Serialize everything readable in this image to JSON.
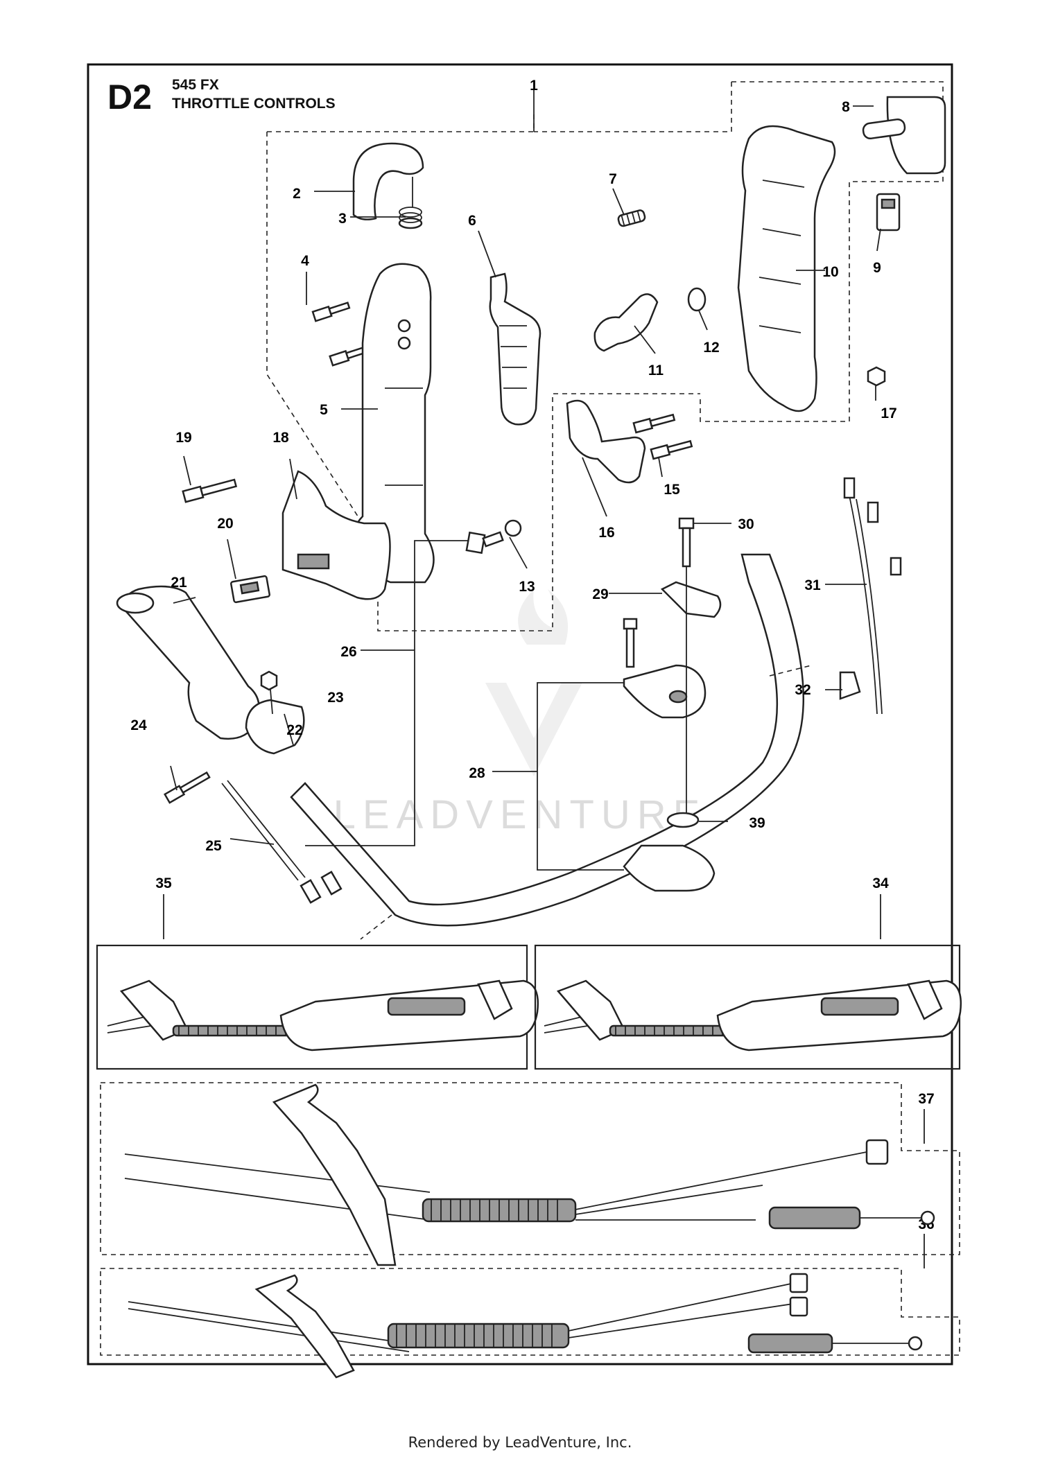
{
  "sheet": {
    "code": "D2",
    "model": "545 FX",
    "section_title": "THROTTLE CONTROLS"
  },
  "watermark": "LEADVENTURE",
  "footer": "Rendered by LeadVenture, Inc.",
  "callouts": [
    {
      "id": "1",
      "label": "1"
    },
    {
      "id": "2",
      "label": "2"
    },
    {
      "id": "3",
      "label": "3"
    },
    {
      "id": "4",
      "label": "4"
    },
    {
      "id": "5",
      "label": "5"
    },
    {
      "id": "6",
      "label": "6"
    },
    {
      "id": "7",
      "label": "7"
    },
    {
      "id": "8",
      "label": "8"
    },
    {
      "id": "9",
      "label": "9"
    },
    {
      "id": "10",
      "label": "10"
    },
    {
      "id": "11",
      "label": "11"
    },
    {
      "id": "12",
      "label": "12"
    },
    {
      "id": "13",
      "label": "13"
    },
    {
      "id": "15",
      "label": "15"
    },
    {
      "id": "16",
      "label": "16"
    },
    {
      "id": "17",
      "label": "17"
    },
    {
      "id": "18",
      "label": "18"
    },
    {
      "id": "19",
      "label": "19"
    },
    {
      "id": "20",
      "label": "20"
    },
    {
      "id": "21",
      "label": "21"
    },
    {
      "id": "22",
      "label": "22"
    },
    {
      "id": "23",
      "label": "23"
    },
    {
      "id": "24",
      "label": "24"
    },
    {
      "id": "25",
      "label": "25"
    },
    {
      "id": "26",
      "label": "26"
    },
    {
      "id": "28",
      "label": "28"
    },
    {
      "id": "29",
      "label": "29"
    },
    {
      "id": "30",
      "label": "30"
    },
    {
      "id": "31",
      "label": "31"
    },
    {
      "id": "32",
      "label": "32"
    },
    {
      "id": "34",
      "label": "34"
    },
    {
      "id": "35",
      "label": "35"
    },
    {
      "id": "36",
      "label": "36"
    },
    {
      "id": "37",
      "label": "37"
    },
    {
      "id": "39",
      "label": "39"
    }
  ]
}
